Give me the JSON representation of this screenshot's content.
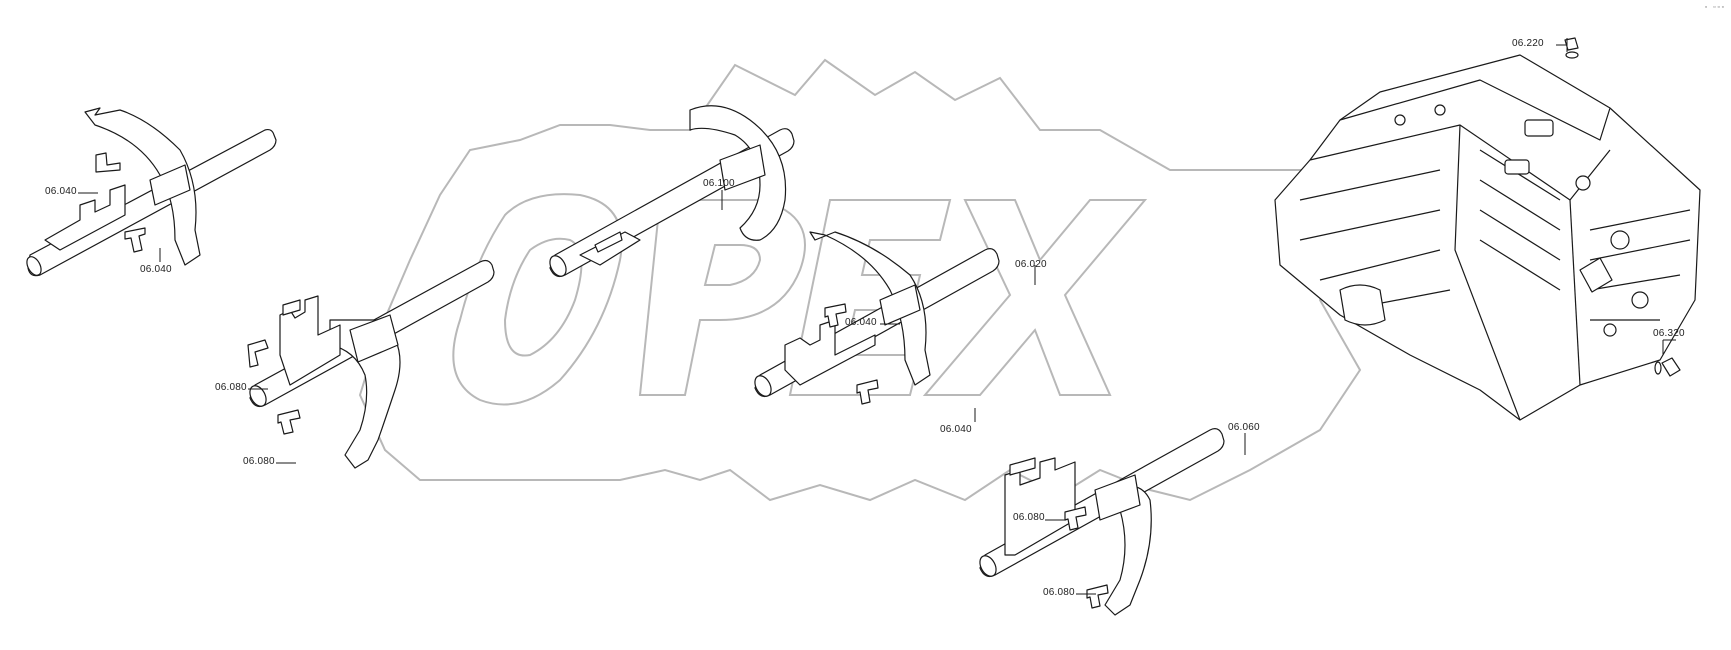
{
  "watermark": {
    "text": "OPEX",
    "colors": {
      "outline": "#b8b8b8"
    }
  },
  "corner_mark": "▫ ▫▫▫",
  "callouts": {
    "c1": "06.040",
    "c2": "06.040",
    "c3": "06.080",
    "c4": "06.080",
    "c5": "06.100",
    "c6": "06.020",
    "c7": "06.040",
    "c8": "06.040",
    "c9": "06.060",
    "c10": "06.080",
    "c11": "06.080",
    "c12": "06.220",
    "c13": "06.320"
  },
  "colors": {
    "line": "#1a1a1a",
    "background": "#ffffff"
  }
}
